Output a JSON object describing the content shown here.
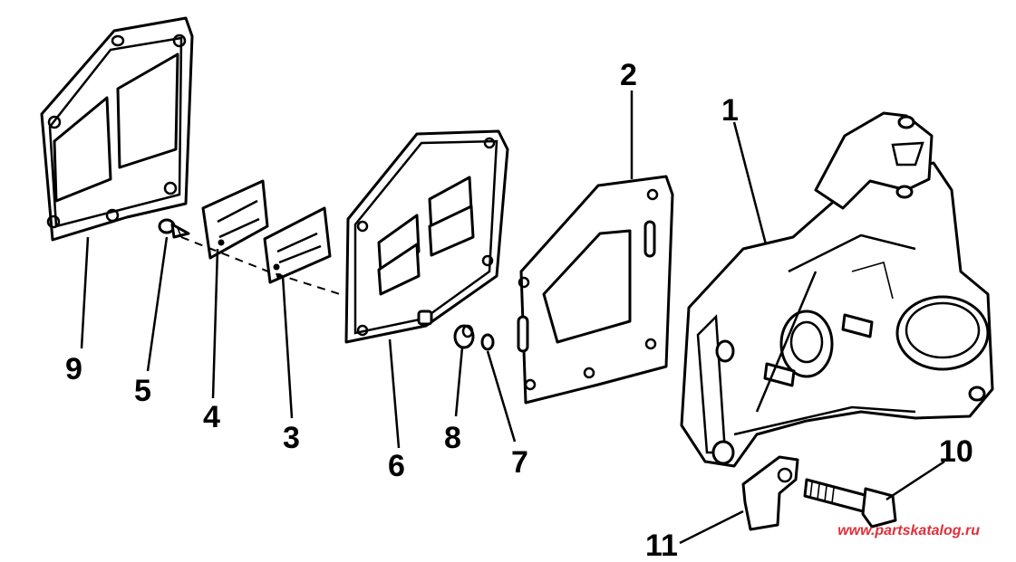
{
  "callouts": {
    "c1": "1",
    "c2": "2",
    "c3": "3",
    "c4": "4",
    "c5": "5",
    "c6": "6",
    "c7": "7",
    "c8": "8",
    "c9": "9",
    "c10": "10",
    "c11": "11"
  },
  "watermark": "www.partskatalog.ru"
}
